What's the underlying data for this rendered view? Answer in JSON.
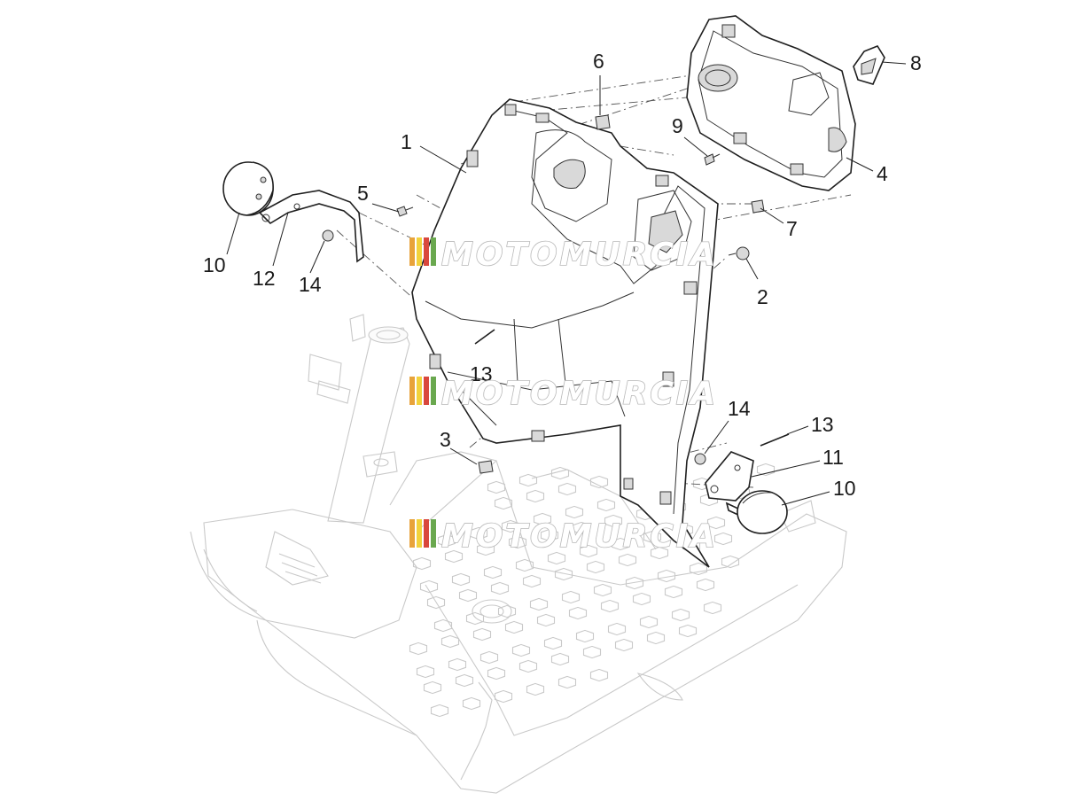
{
  "watermark": {
    "text": "MOTOMURCIA",
    "stripe_colors": [
      "#e8a33a",
      "#f2d23c",
      "#d9473d",
      "#6aa84f"
    ]
  },
  "callouts": [
    {
      "id": "1",
      "label": "1"
    },
    {
      "id": "2",
      "label": "2"
    },
    {
      "id": "3",
      "label": "3"
    },
    {
      "id": "4",
      "label": "4"
    },
    {
      "id": "5",
      "label": "5"
    },
    {
      "id": "6",
      "label": "6"
    },
    {
      "id": "7",
      "label": "7"
    },
    {
      "id": "8",
      "label": "8"
    },
    {
      "id": "9",
      "label": "9"
    },
    {
      "id": "10a",
      "label": "10"
    },
    {
      "id": "10b",
      "label": "10"
    },
    {
      "id": "11",
      "label": "11"
    },
    {
      "id": "12",
      "label": "12"
    },
    {
      "id": "13a",
      "label": "13"
    },
    {
      "id": "13b",
      "label": "13"
    },
    {
      "id": "14a",
      "label": "14"
    },
    {
      "id": "14b",
      "label": "14"
    }
  ]
}
